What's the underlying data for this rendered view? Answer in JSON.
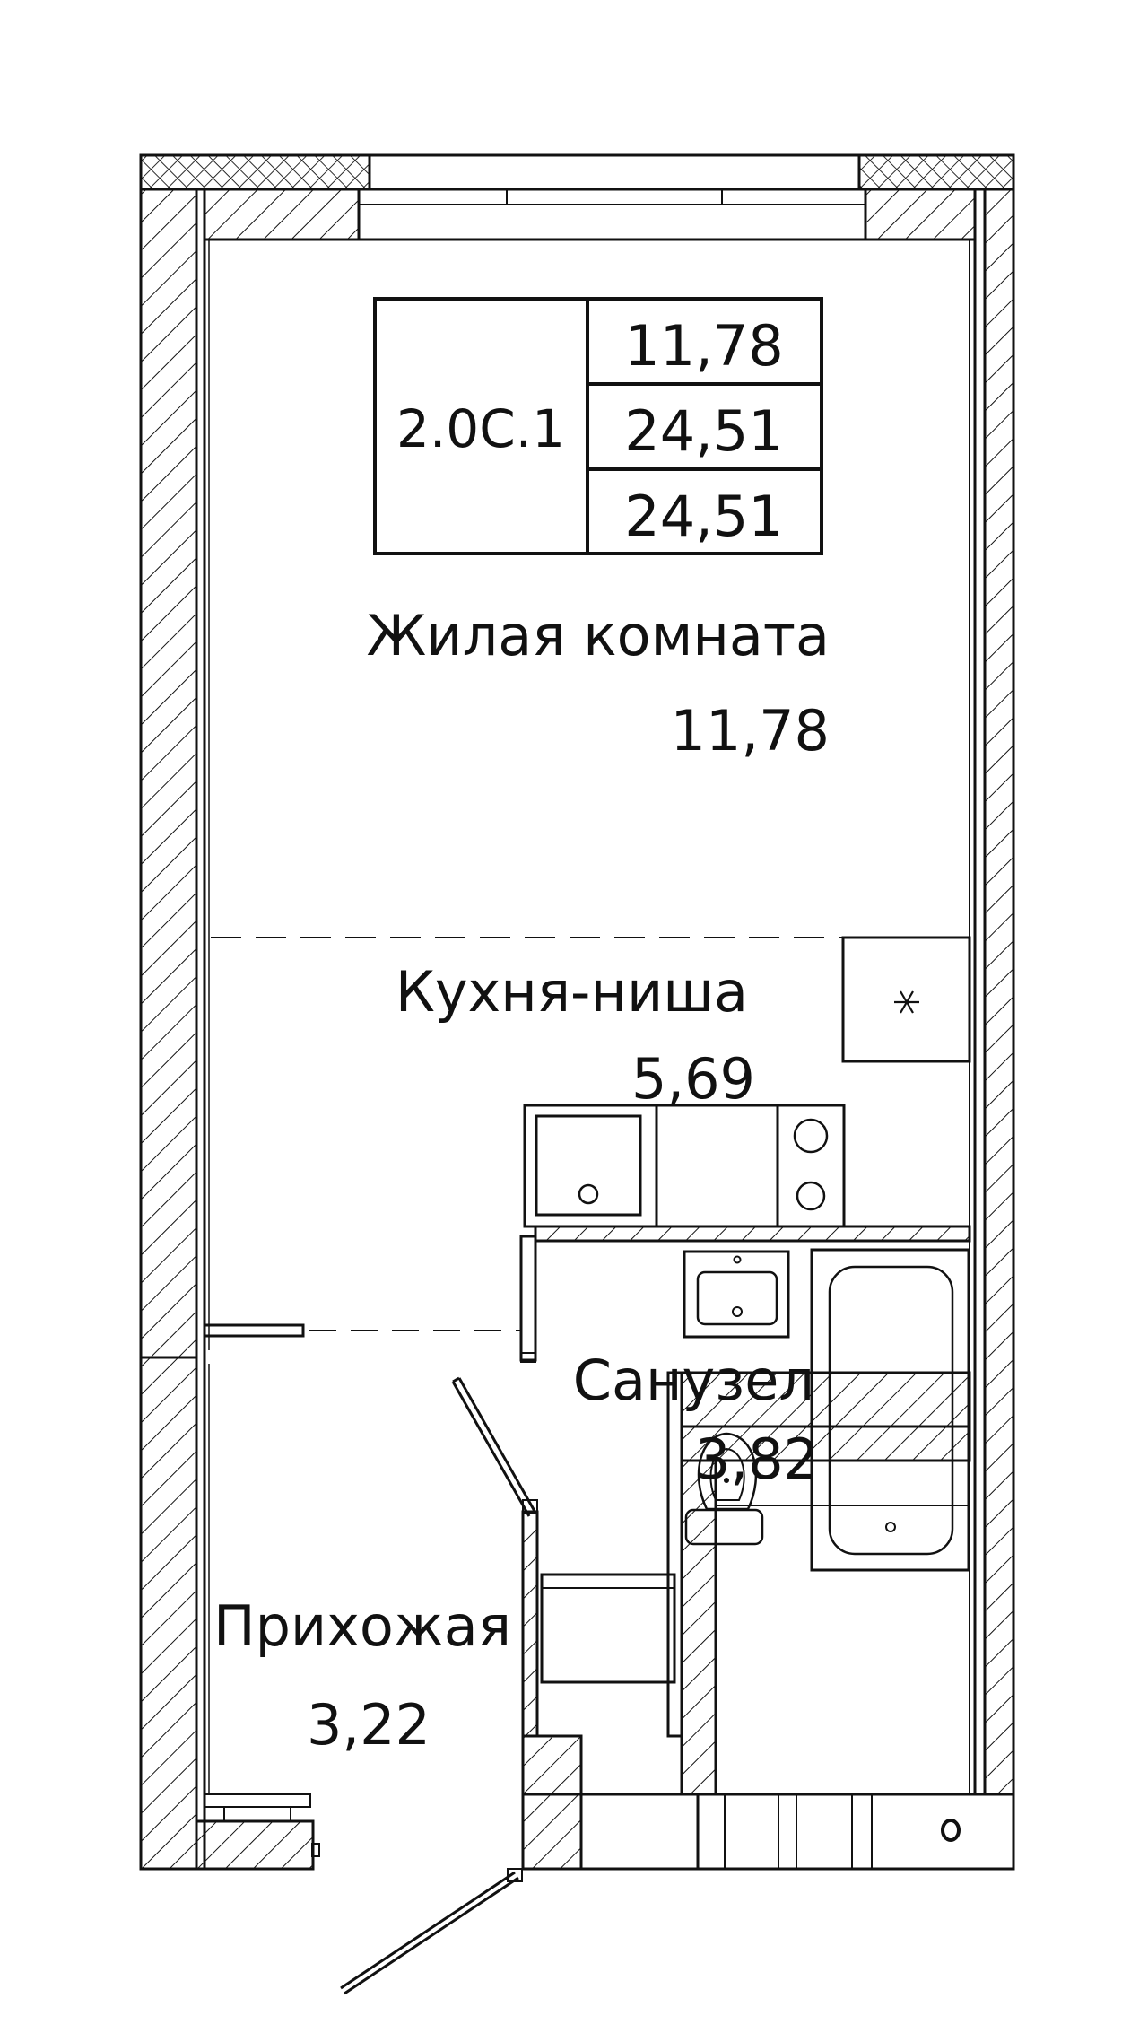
{
  "apartment": {
    "code": "2.0С.1",
    "areas": [
      "11,78",
      "24,51",
      "24,51"
    ]
  },
  "rooms": {
    "living": {
      "name": "Жилая комната",
      "area": "11,78"
    },
    "kitchen": {
      "name": "Кухня-ниша",
      "area": "5,69"
    },
    "bathroom": {
      "name": "Санузел",
      "area": "3,82"
    },
    "hallway": {
      "name": "Прихожая",
      "area": "3,22"
    }
  },
  "colors": {
    "line": "#111111",
    "background": "#ffffff"
  },
  "icons": [
    "asterisk-icon",
    "sink-icon",
    "stove-icon",
    "bathtub-icon",
    "toilet-icon",
    "washbasin-icon",
    "riser-icon",
    "door-swing-icon"
  ]
}
